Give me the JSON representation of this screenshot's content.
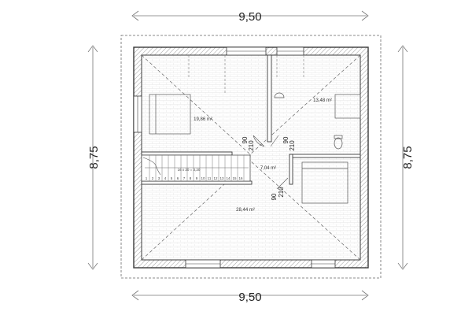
{
  "dimensions": {
    "top_width": "9,50",
    "bottom_width": "9,50",
    "left_height": "8,75",
    "right_height": "8,75"
  },
  "rooms": {
    "bedroom_1_area": "19,86 m²",
    "bathroom_area": "13,48 m²",
    "hall_area": "7,04 m²",
    "bedroom_2_area": "28,44 m²"
  },
  "doors": {
    "d1_width": "90",
    "d1_height": "210",
    "d2_width": "90",
    "d2_height": "210",
    "d3_width": "90",
    "d3_height": "210"
  },
  "stair": {
    "label": "16 x 20 = 3,20",
    "step_numbers": [
      "1",
      "2",
      "3",
      "4",
      "5",
      "6",
      "7",
      "8",
      "9",
      "10",
      "11",
      "12",
      "13",
      "14",
      "15",
      "16"
    ]
  },
  "colors": {
    "wall": "#3a3a3a",
    "hatch": "#bdbdbd",
    "line": "#555555"
  }
}
